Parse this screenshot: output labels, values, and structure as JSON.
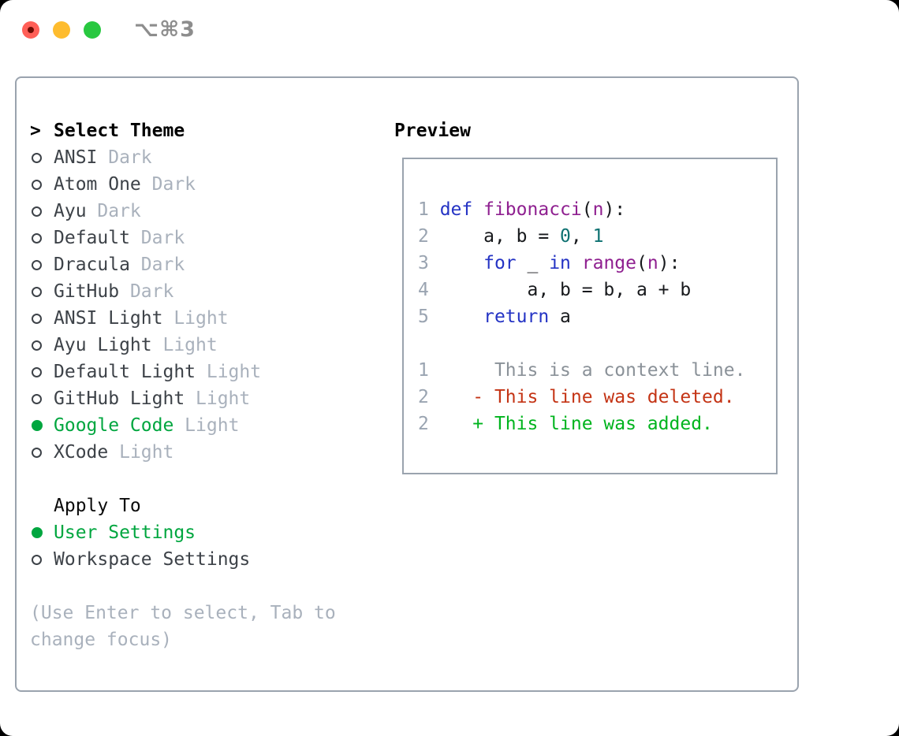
{
  "titlebar": {
    "title": "⌥⌘3"
  },
  "colors": {
    "selected_green": "#00a63f",
    "diff_added_green": "#00b41e",
    "diff_deleted_red": "#c43415",
    "keyword_blue": "#2433c4",
    "function_purple": "#8f2090",
    "literal_teal": "#0d7171",
    "muted_gray": "#a9b1bc",
    "border_gray": "#9aa3ae",
    "traffic_red": "#ff5f57",
    "traffic_yellow": "#febc2e",
    "traffic_green": "#28c840"
  },
  "theme_menu": {
    "header": "Select Theme",
    "header_marker": ">",
    "items": [
      {
        "name": "ANSI",
        "variant": "Dark",
        "selected": false
      },
      {
        "name": "Atom One",
        "variant": "Dark",
        "selected": false
      },
      {
        "name": "Ayu",
        "variant": "Dark",
        "selected": false
      },
      {
        "name": "Default",
        "variant": "Dark",
        "selected": false
      },
      {
        "name": "Dracula",
        "variant": "Dark",
        "selected": false
      },
      {
        "name": "GitHub",
        "variant": "Dark",
        "selected": false
      },
      {
        "name": "ANSI Light",
        "variant": "Light",
        "selected": false
      },
      {
        "name": "Ayu Light",
        "variant": "Light",
        "selected": false
      },
      {
        "name": "Default Light",
        "variant": "Light",
        "selected": false
      },
      {
        "name": "GitHub Light",
        "variant": "Light",
        "selected": false
      },
      {
        "name": "Google Code",
        "variant": "Light",
        "selected": true
      },
      {
        "name": "XCode",
        "variant": "Light",
        "selected": false
      }
    ]
  },
  "apply_to": {
    "header": "Apply To",
    "items": [
      {
        "label": "User Settings",
        "selected": true
      },
      {
        "label": "Workspace Settings",
        "selected": false
      }
    ]
  },
  "help_text": "(Use Enter to select, Tab to change focus)",
  "preview": {
    "label": "Preview",
    "lines": [
      {
        "tokens": [
          {
            "t": "1 ",
            "c": "ln"
          },
          {
            "t": "def",
            "c": "kw"
          },
          {
            "t": " ",
            "c": "pl"
          },
          {
            "t": "fibonacci",
            "c": "fn"
          },
          {
            "t": "(",
            "c": "pl"
          },
          {
            "t": "n",
            "c": "fn"
          },
          {
            "t": "):",
            "c": "pl"
          }
        ]
      },
      {
        "tokens": [
          {
            "t": "2 ",
            "c": "ln"
          },
          {
            "t": "    a, b = ",
            "c": "pl"
          },
          {
            "t": "0",
            "c": "lit"
          },
          {
            "t": ", ",
            "c": "pl"
          },
          {
            "t": "1",
            "c": "lit"
          }
        ]
      },
      {
        "tokens": [
          {
            "t": "3 ",
            "c": "ln"
          },
          {
            "t": "    ",
            "c": "pl"
          },
          {
            "t": "for",
            "c": "kw"
          },
          {
            "t": " _ ",
            "c": "pl"
          },
          {
            "t": "in",
            "c": "kw"
          },
          {
            "t": " ",
            "c": "pl"
          },
          {
            "t": "range",
            "c": "fn"
          },
          {
            "t": "(",
            "c": "pl"
          },
          {
            "t": "n",
            "c": "fn"
          },
          {
            "t": "):",
            "c": "pl"
          }
        ]
      },
      {
        "tokens": [
          {
            "t": "4 ",
            "c": "ln"
          },
          {
            "t": "        a, b = b, a + b",
            "c": "pl"
          }
        ]
      },
      {
        "tokens": [
          {
            "t": "5 ",
            "c": "ln"
          },
          {
            "t": "    ",
            "c": "pl"
          },
          {
            "t": "return",
            "c": "kw"
          },
          {
            "t": " a",
            "c": "pl"
          }
        ]
      },
      {
        "tokens": []
      },
      {
        "tokens": [
          {
            "t": "1 ",
            "c": "ln"
          },
          {
            "t": "     This is a context line.",
            "c": "ctx"
          }
        ]
      },
      {
        "tokens": [
          {
            "t": "2 ",
            "c": "ln"
          },
          {
            "t": "   ",
            "c": "pl"
          },
          {
            "t": "- This line was deleted.",
            "c": "del"
          }
        ]
      },
      {
        "tokens": [
          {
            "t": "2 ",
            "c": "ln"
          },
          {
            "t": "   ",
            "c": "pl"
          },
          {
            "t": "+ This line was added.",
            "c": "add"
          }
        ]
      }
    ]
  }
}
